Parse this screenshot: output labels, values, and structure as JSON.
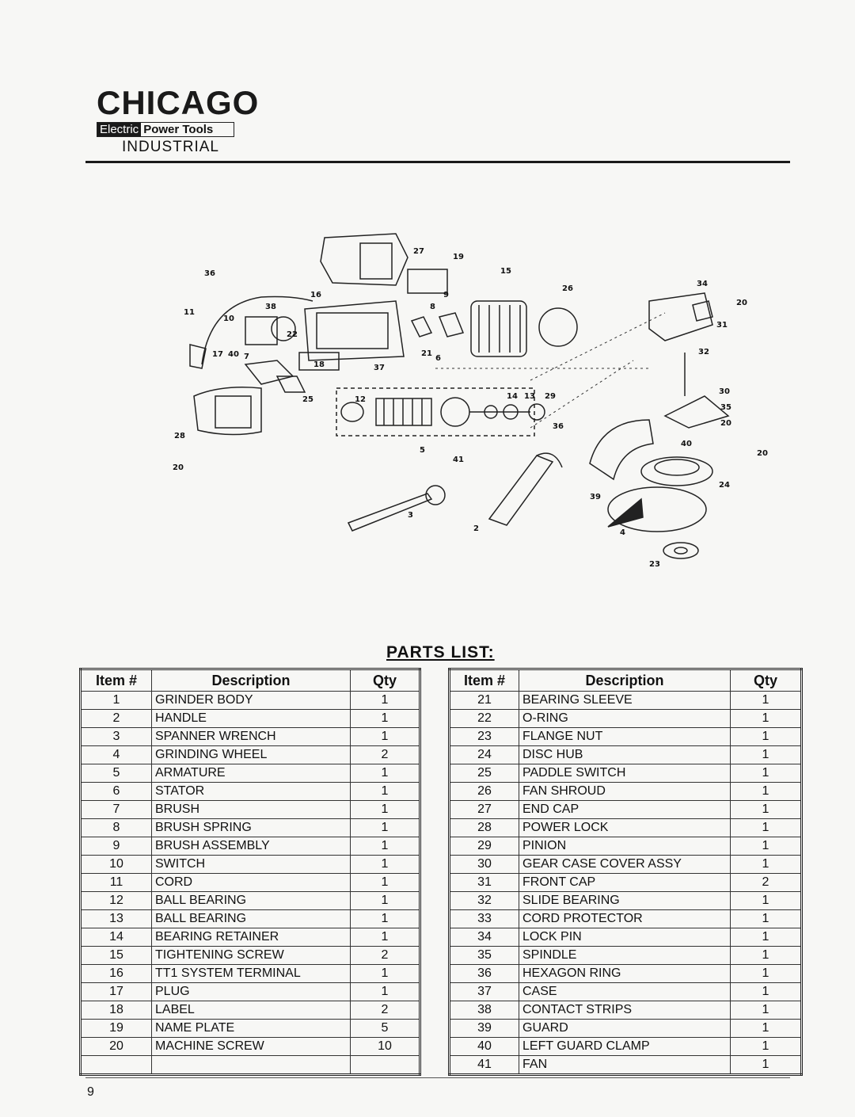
{
  "logo": {
    "brand": "CHICAGO",
    "electric": "Electric",
    "power_tools": "Power Tools",
    "industrial": "INDUSTRIAL"
  },
  "parts_list_title": "PARTS LIST:",
  "table_headers": {
    "item": "Item #",
    "description": "Description",
    "qty": "Qty"
  },
  "parts_left": [
    {
      "item": "1",
      "description": "GRINDER BODY",
      "qty": "1"
    },
    {
      "item": "2",
      "description": "HANDLE",
      "qty": "1"
    },
    {
      "item": "3",
      "description": "SPANNER WRENCH",
      "qty": "1"
    },
    {
      "item": "4",
      "description": "GRINDING WHEEL",
      "qty": "2"
    },
    {
      "item": "5",
      "description": "ARMATURE",
      "qty": "1"
    },
    {
      "item": "6",
      "description": "STATOR",
      "qty": "1"
    },
    {
      "item": "7",
      "description": "BRUSH",
      "qty": "1"
    },
    {
      "item": "8",
      "description": "BRUSH SPRING",
      "qty": "1"
    },
    {
      "item": "9",
      "description": "BRUSH ASSEMBLY",
      "qty": "1"
    },
    {
      "item": "10",
      "description": "SWITCH",
      "qty": "1"
    },
    {
      "item": "11",
      "description": "CORD",
      "qty": "1"
    },
    {
      "item": "12",
      "description": "BALL BEARING",
      "qty": "1"
    },
    {
      "item": "13",
      "description": "BALL BEARING",
      "qty": "1"
    },
    {
      "item": "14",
      "description": "BEARING RETAINER",
      "qty": "1"
    },
    {
      "item": "15",
      "description": "TIGHTENING SCREW",
      "qty": "2"
    },
    {
      "item": "16",
      "description": "TT1 SYSTEM TERMINAL",
      "qty": "1"
    },
    {
      "item": "17",
      "description": "PLUG",
      "qty": "1"
    },
    {
      "item": "18",
      "description": "LABEL",
      "qty": "2"
    },
    {
      "item": "19",
      "description": "NAME PLATE",
      "qty": "5"
    },
    {
      "item": "20",
      "description": "MACHINE SCREW",
      "qty": "10"
    },
    {
      "item": "",
      "description": "",
      "qty": ""
    }
  ],
  "parts_right": [
    {
      "item": "21",
      "description": "BEARING SLEEVE",
      "qty": "1"
    },
    {
      "item": "22",
      "description": "O-RING",
      "qty": "1"
    },
    {
      "item": "23",
      "description": "FLANGE NUT",
      "qty": "1"
    },
    {
      "item": "24",
      "description": "DISC HUB",
      "qty": "1"
    },
    {
      "item": "25",
      "description": "PADDLE SWITCH",
      "qty": "1"
    },
    {
      "item": "26",
      "description": "FAN SHROUD",
      "qty": "1"
    },
    {
      "item": "27",
      "description": "END CAP",
      "qty": "1"
    },
    {
      "item": "28",
      "description": "POWER LOCK",
      "qty": "1"
    },
    {
      "item": "29",
      "description": "PINION",
      "qty": "1"
    },
    {
      "item": "30",
      "description": "GEAR CASE COVER ASSY",
      "qty": "1"
    },
    {
      "item": "31",
      "description": "FRONT CAP",
      "qty": "2"
    },
    {
      "item": "32",
      "description": "SLIDE BEARING",
      "qty": "1"
    },
    {
      "item": "33",
      "description": "CORD PROTECTOR",
      "qty": "1"
    },
    {
      "item": "34",
      "description": "LOCK PIN",
      "qty": "1"
    },
    {
      "item": "35",
      "description": "SPINDLE",
      "qty": "1"
    },
    {
      "item": "36",
      "description": "HEXAGON RING",
      "qty": "1"
    },
    {
      "item": "37",
      "description": "CASE",
      "qty": "1"
    },
    {
      "item": "38",
      "description": "CONTACT STRIPS",
      "qty": "1"
    },
    {
      "item": "39",
      "description": "GUARD",
      "qty": "1"
    },
    {
      "item": "40",
      "description": "LEFT GUARD CLAMP",
      "qty": "1"
    },
    {
      "item": "41",
      "description": "FAN",
      "qty": "1"
    }
  ],
  "diagram_labels": [
    "27",
    "19",
    "36",
    "15",
    "26",
    "34",
    "20",
    "16",
    "9",
    "11",
    "38",
    "8",
    "31",
    "10",
    "22",
    "17",
    "40",
    "7",
    "21",
    "6",
    "32",
    "18",
    "37",
    "25",
    "12",
    "14",
    "13",
    "29",
    "30",
    "35",
    "20",
    "28",
    "36",
    "40",
    "20",
    "5",
    "41",
    "20",
    "24",
    "39",
    "3",
    "2",
    "4",
    "23"
  ],
  "page_number": "9"
}
